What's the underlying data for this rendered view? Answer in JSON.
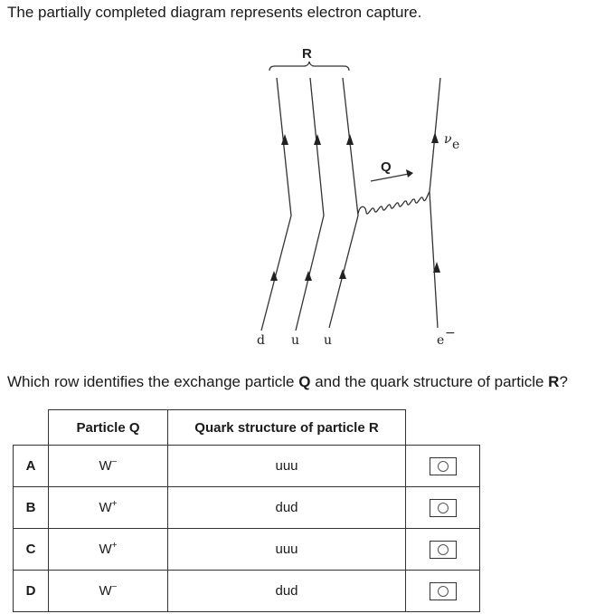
{
  "intro_text": "The partially completed diagram represents electron capture.",
  "diagram": {
    "label_R": "R",
    "label_Q": "Q",
    "label_nu": "ν",
    "label_nu_sub": "e",
    "label_d": "d",
    "label_u1": "u",
    "label_u2": "u",
    "label_e": "e",
    "label_e_sup": "−"
  },
  "question": {
    "part1": "Which row identifies the exchange particle ",
    "bold_Q": "Q",
    "part2": " and the quark structure of particle ",
    "bold_R": "R",
    "part3": "?"
  },
  "table": {
    "headers": [
      "Particle Q",
      "Quark structure of particle R"
    ],
    "rows": [
      {
        "label": "A",
        "particle_base": "W",
        "particle_sup": "−",
        "quark": "uuu"
      },
      {
        "label": "B",
        "particle_base": "W",
        "particle_sup": "+",
        "quark": "dud"
      },
      {
        "label": "C",
        "particle_base": "W",
        "particle_sup": "+",
        "quark": "uuu"
      },
      {
        "label": "D",
        "particle_base": "W",
        "particle_sup": "−",
        "quark": "dud"
      }
    ]
  }
}
